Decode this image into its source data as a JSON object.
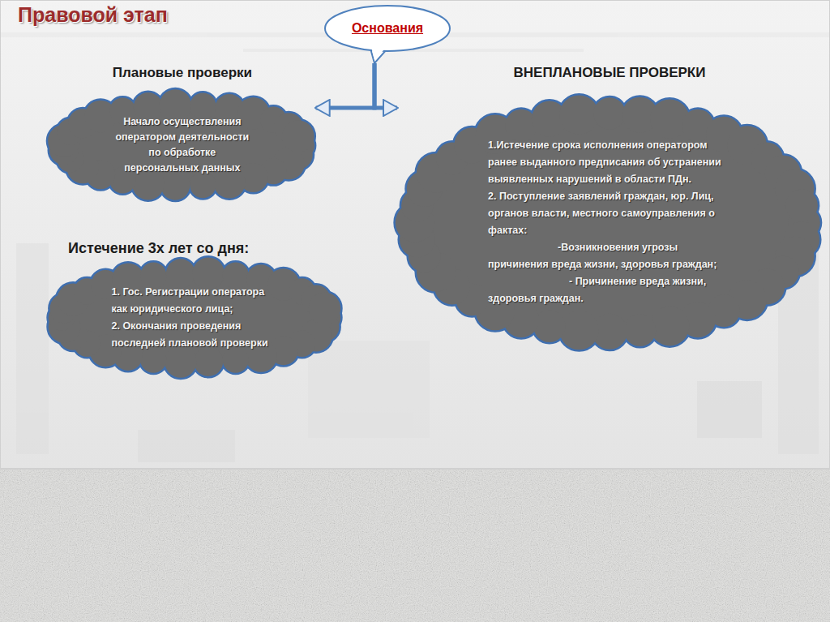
{
  "diagram": {
    "title": "Правовой этап",
    "nodes": [
      {
        "text": [
          "Основания"
        ]
      },
      {
        "text": [
          "Плановые проверки",
          "Начало осуществления оператором деятельности по обработке персональных данных"
        ]
      },
      {
        "text": [
          "Истечение 3х лет со дня:",
          "1. Гос. Регистрации оператора как юридического лица;",
          "2. Окончания проведения последней плановой проверки"
        ]
      },
      {
        "text": [
          "ВНЕПЛАНОВЫЕ ПРОВЕРКИ",
          "1.Истечение срока исполнения оператором ранее выданного предписания об устранении выявленных нарушений в области ПДн.",
          "2. Поступление заявлений граждан, юр. Лиц, органов власти, местного самоуправления о фактах:",
          "-Возникновения угрозы причинения вреда жизни, здоровья граждан;",
          "- Причинение вреда жизни, здоровья граждан."
        ]
      }
    ],
    "edges": [
      {
        "from": 0,
        "to": 1,
        "arrow": "to"
      },
      {
        "from": 0,
        "to": 3,
        "arrow": "to"
      }
    ]
  }
}
